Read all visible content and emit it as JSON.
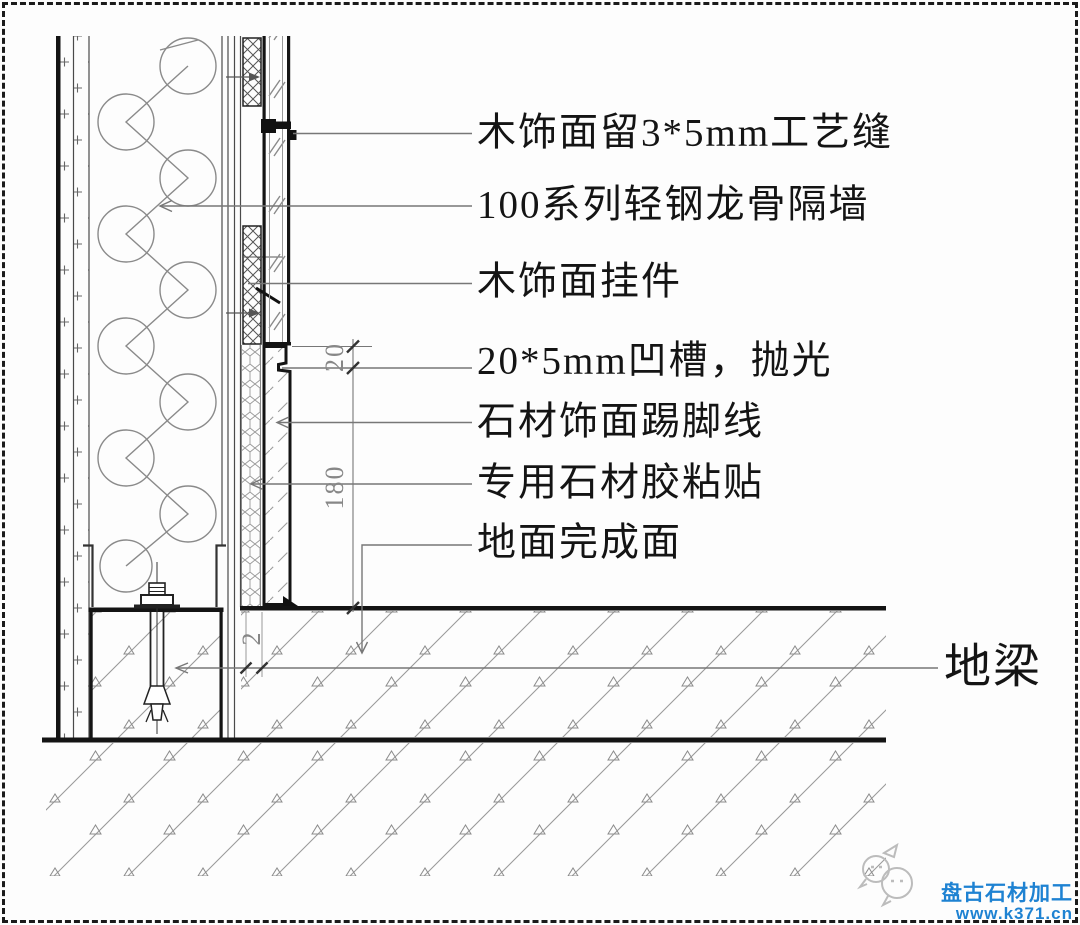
{
  "page": {
    "background": "#fdfdfd",
    "border_color": "#1b1b1b",
    "line_color": "#1a1a1a"
  },
  "drawing": {
    "annotations": [
      {
        "id": "wood-veneer-seam",
        "label": "木饰面留3*5mm工艺缝"
      },
      {
        "id": "steel-stud-partition",
        "label": "100系列轻钢龙骨隔墙"
      },
      {
        "id": "wood-veneer-clip",
        "label": "木饰面挂件"
      },
      {
        "id": "polished-groove",
        "label": "20*5mm凹槽，抛光"
      },
      {
        "id": "stone-skirting",
        "label": "石材饰面踢脚线"
      },
      {
        "id": "stone-adhesive",
        "label": "专用石材胶粘贴"
      },
      {
        "id": "floor-finish-level",
        "label": "地面完成面"
      }
    ],
    "beam_label": "地梁",
    "dimensions": {
      "groove_height": "20",
      "skirting_height": "180",
      "gap": "2"
    }
  },
  "footer": {
    "brand": "盘古石材加工",
    "url": "www.k371.cn",
    "accent_color": "#1e82d2",
    "icon": "wechat-icon"
  }
}
